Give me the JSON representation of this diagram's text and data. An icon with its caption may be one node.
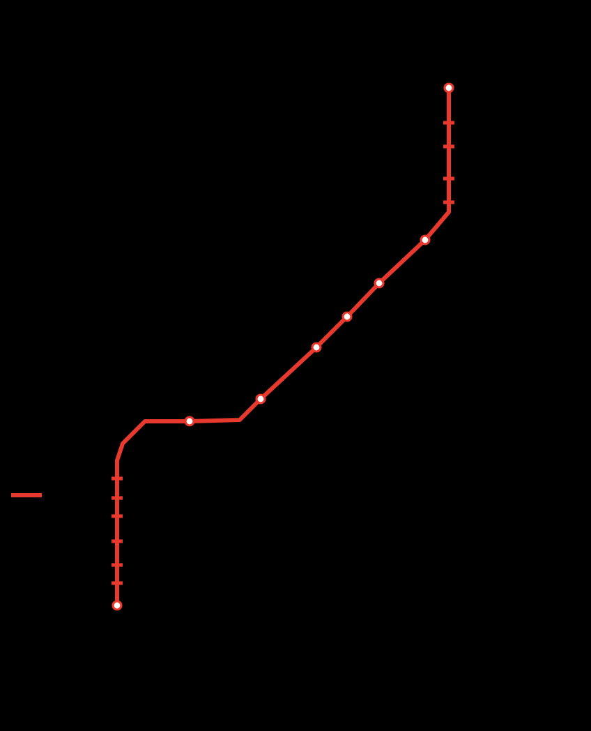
{
  "diagram": {
    "nodes": [
      {
        "text": [],
        "shape": "circle"
      },
      {
        "text": [],
        "shape": "bar"
      },
      {
        "text": [],
        "shape": "bar"
      },
      {
        "text": [],
        "shape": "bar"
      },
      {
        "text": [],
        "shape": "bar"
      },
      {
        "text": [],
        "shape": "circle"
      },
      {
        "text": [],
        "shape": "circle"
      },
      {
        "text": [],
        "shape": "circle"
      },
      {
        "text": [],
        "shape": "circle"
      },
      {
        "text": [],
        "shape": "circle"
      },
      {
        "text": [],
        "shape": "circle"
      },
      {
        "text": [],
        "shape": "bar"
      },
      {
        "text": [],
        "shape": "bar"
      },
      {
        "text": [],
        "shape": "bar"
      },
      {
        "text": [],
        "shape": "bar"
      },
      {
        "text": [],
        "shape": "bar"
      },
      {
        "text": [],
        "shape": "bar"
      },
      {
        "text": [],
        "shape": "circle"
      }
    ],
    "edges": [
      {
        "from": 0,
        "to": 1,
        "arrow": "none"
      },
      {
        "from": 1,
        "to": 2,
        "arrow": "none"
      },
      {
        "from": 2,
        "to": 3,
        "arrow": "none"
      },
      {
        "from": 3,
        "to": 4,
        "arrow": "none"
      },
      {
        "from": 4,
        "to": 5,
        "arrow": "none"
      },
      {
        "from": 5,
        "to": 6,
        "arrow": "none"
      },
      {
        "from": 6,
        "to": 7,
        "arrow": "none"
      },
      {
        "from": 7,
        "to": 8,
        "arrow": "none"
      },
      {
        "from": 8,
        "to": 9,
        "arrow": "none"
      },
      {
        "from": 9,
        "to": 10,
        "arrow": "none"
      },
      {
        "from": 10,
        "to": 11,
        "arrow": "none"
      },
      {
        "from": 11,
        "to": 12,
        "arrow": "none"
      },
      {
        "from": 12,
        "to": 13,
        "arrow": "none"
      },
      {
        "from": 13,
        "to": 14,
        "arrow": "none"
      },
      {
        "from": 14,
        "to": 15,
        "arrow": "none"
      },
      {
        "from": 15,
        "to": 16,
        "arrow": "none"
      },
      {
        "from": 16,
        "to": 17,
        "arrow": "none"
      }
    ]
  }
}
